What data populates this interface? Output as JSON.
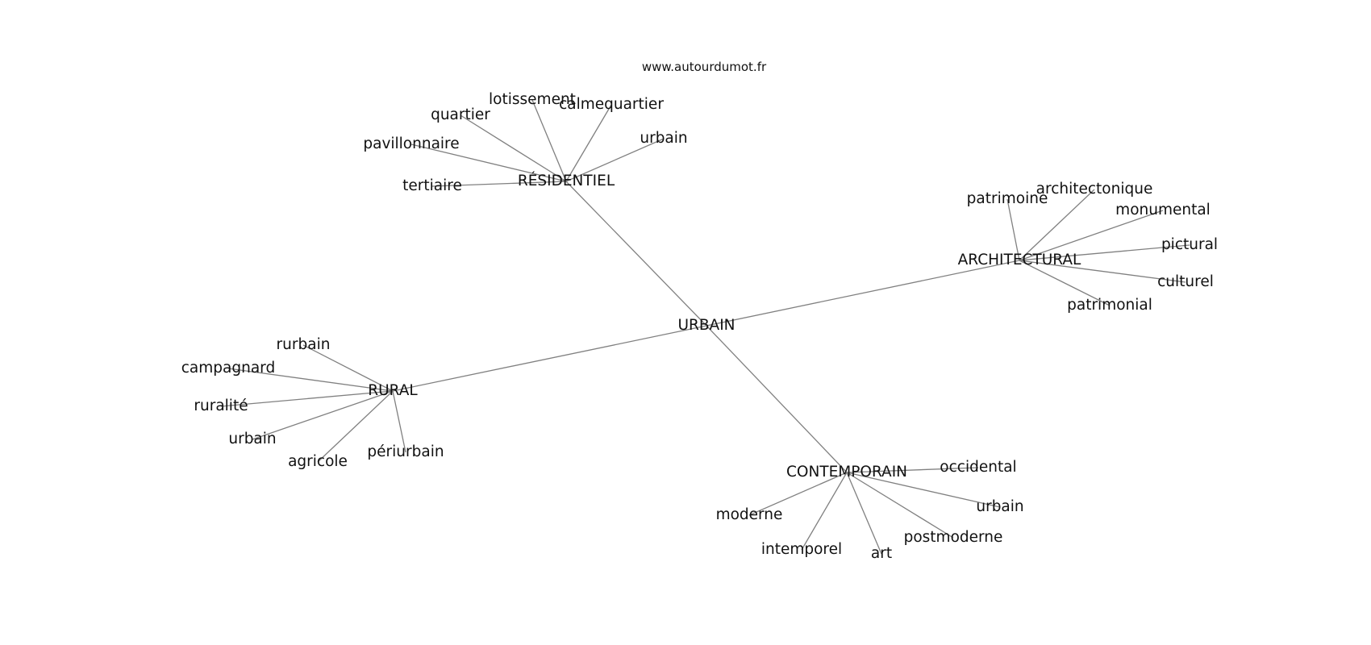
{
  "source_label": "www.autourdumot.fr",
  "colors": {
    "edge": "#808080",
    "text": "#111111",
    "background": "#ffffff"
  },
  "graph": {
    "center": "URBAIN",
    "clusters": [
      {
        "hub": "RÉSIDENTIEL",
        "words": [
          "lotissement",
          "calmequartier",
          "quartier",
          "urbain",
          "pavillonnaire",
          "tertiaire"
        ]
      },
      {
        "hub": "ARCHITECTURAL",
        "words": [
          "patrimoine",
          "architectonique",
          "monumental",
          "pictural",
          "culturel",
          "patrimonial"
        ]
      },
      {
        "hub": "RURAL",
        "words": [
          "rurbain",
          "campagnard",
          "ruralité",
          "urbain",
          "agricole",
          "périurbain"
        ]
      },
      {
        "hub": "CONTEMPORAIN",
        "words": [
          "occidental",
          "urbain",
          "moderne",
          "postmoderne",
          "intemporel",
          "art"
        ]
      }
    ]
  }
}
